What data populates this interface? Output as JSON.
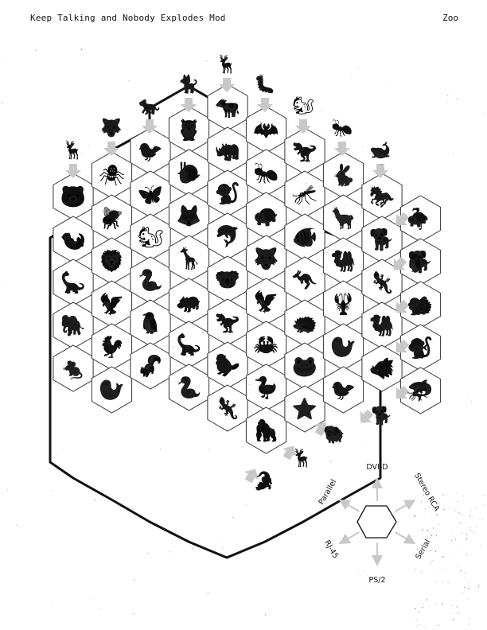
{
  "header": {
    "title": "Keep Talking and Nobody Explodes Mod",
    "module_name": "Zoo"
  },
  "colors": {
    "board_outline": "#111111",
    "cell_line": "#333333",
    "arrow": "#c8c8c8",
    "silhouette": "#111111"
  },
  "board": {
    "cells": [
      [
        "bear",
        "otter",
        "stegosaurus",
        "elephant",
        "mouse"
      ],
      [
        "spider",
        "dragonfly",
        "lion",
        "pterodactyl",
        "rooster",
        "seal"
      ],
      [
        "bird",
        "butterfly",
        "squirrel",
        "cobra",
        "penguins",
        "skunk"
      ],
      [
        "owl",
        "snail",
        "fox",
        "giraffe",
        "hippo",
        "dinosaur",
        "snake"
      ],
      [
        "cow",
        "rhino",
        "monkey",
        "dolphin",
        "koala",
        "triceratops",
        "beaver",
        "lizard"
      ],
      [
        "bat",
        "ant",
        "tortoise",
        "wolf",
        "eagle",
        "crab",
        "duck",
        "gorilla"
      ],
      [
        "t-rex",
        "mosquito",
        "seahorse",
        "kangaroo",
        "porcupine",
        "frog",
        "starfish"
      ],
      [
        "rabbit",
        "llama",
        "camel",
        "lobster",
        "sea-lion",
        "swallow"
      ],
      [
        "horse",
        "hyena",
        "dimetrodon",
        "camel",
        "boar"
      ],
      [
        "flamingo",
        "hyena",
        "hedgehog",
        "monkey",
        "shark"
      ]
    ],
    "incoming_top": [
      "deer",
      "wolf",
      "cheetah",
      "cat",
      "deer",
      "caterpillar",
      "meerkat",
      "anteater",
      "whale"
    ],
    "incoming_right": [
      "sea-turtle",
      "penguin",
      "monkey",
      "swordfish",
      "mosquito-hawk",
      "dog"
    ],
    "incoming_bottom": [
      "ram",
      "deer",
      "crocodile"
    ]
  },
  "legend": {
    "top": "DVI-D",
    "top_right": "Stereo RCA",
    "bottom_right": "Serial",
    "bottom": "PS/2",
    "bottom_left": "RJ-45",
    "top_left": "Parallel"
  }
}
